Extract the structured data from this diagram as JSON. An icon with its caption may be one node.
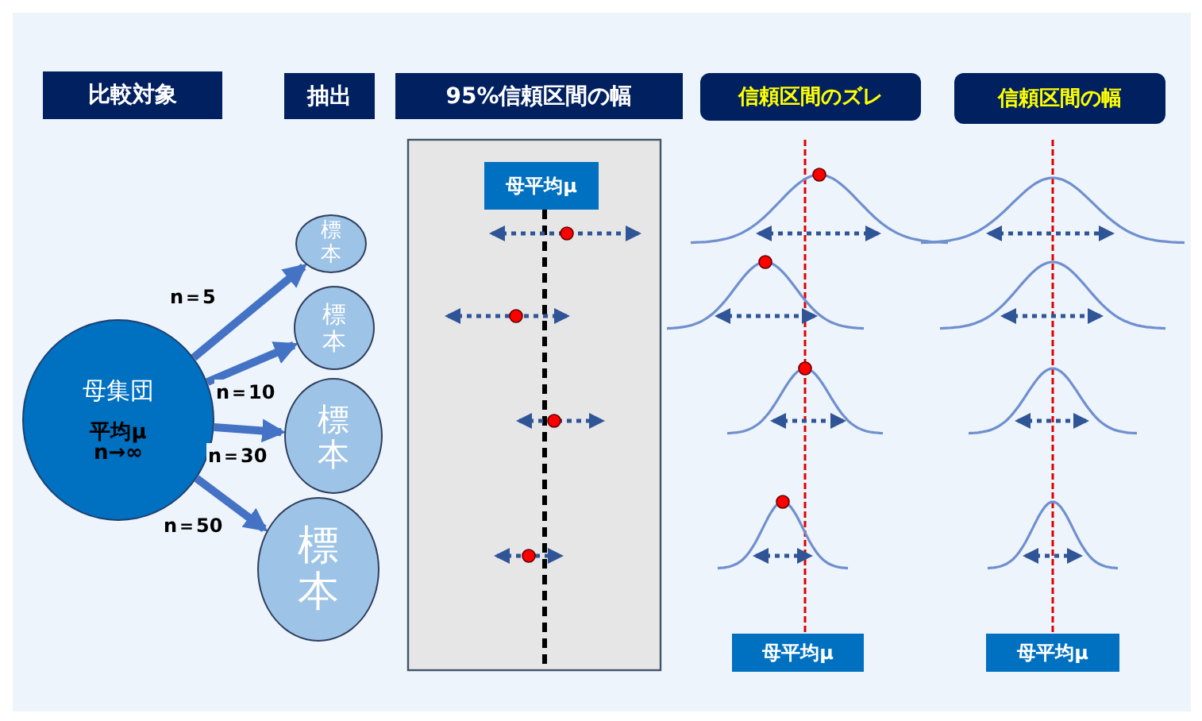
{
  "diagram": {
    "nodes": [
      {
        "text": [
          "比較対象"
        ]
      },
      {
        "text": [
          "抽出"
        ]
      },
      {
        "text": [
          "95%信頼区間の幅"
        ]
      },
      {
        "text": [
          "信頼区間のズレ"
        ]
      },
      {
        "text": [
          "信頼区間の幅"
        ]
      },
      {
        "text": [
          "母集団",
          "平均μ n→∞"
        ]
      },
      {
        "text": [
          "標本"
        ]
      },
      {
        "text": [
          "標本"
        ]
      },
      {
        "text": [
          "標本"
        ]
      },
      {
        "text": [
          "標本"
        ]
      },
      {
        "text": [
          "母平均μ"
        ]
      },
      {
        "text": [
          "母平均μ"
        ]
      },
      {
        "text": [
          "母平均μ"
        ]
      }
    ],
    "edges": [
      {
        "from": 5,
        "to": 6,
        "arrow": "to",
        "label": "n＝5"
      },
      {
        "from": 5,
        "to": 7,
        "arrow": "to",
        "label": "n＝10"
      },
      {
        "from": 5,
        "to": 8,
        "arrow": "to",
        "label": "n＝30"
      },
      {
        "from": 5,
        "to": 9,
        "arrow": "to",
        "label": "n＝50"
      }
    ]
  }
}
